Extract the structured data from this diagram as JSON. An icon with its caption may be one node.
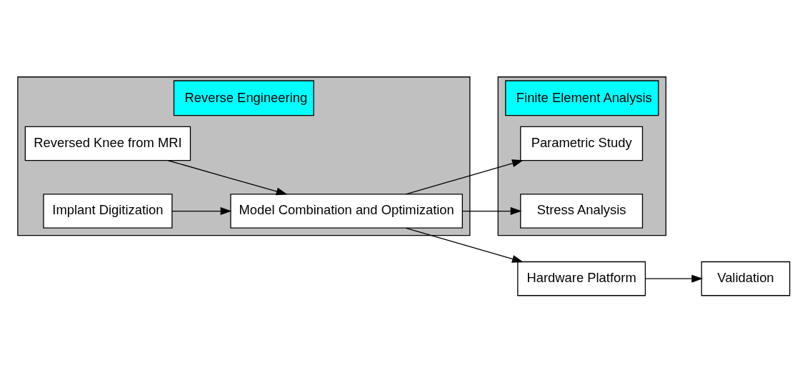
{
  "diagram": {
    "nodes": [
      {
        "text": [
          "Reverse Engineering"
        ]
      },
      {
        "text": [
          "Reversed Knee from MRI"
        ],
        "in": 0
      },
      {
        "text": [
          "Implant Digitization"
        ],
        "in": 0
      },
      {
        "text": [
          "Model Combination and Optimization"
        ],
        "in": 0
      },
      {
        "text": [
          "Finite Element Analysis"
        ]
      },
      {
        "text": [
          "Parametric Study"
        ],
        "in": 4
      },
      {
        "text": [
          "Stress Analysis"
        ],
        "in": 4
      },
      {
        "text": [
          "Hardware Platform"
        ]
      },
      {
        "text": [
          "Validation"
        ]
      }
    ],
    "edges": [
      {
        "from": 1,
        "to": 3,
        "arrow": "to"
      },
      {
        "from": 2,
        "to": 3,
        "arrow": "to"
      },
      {
        "from": 3,
        "to": 5,
        "arrow": "to"
      },
      {
        "from": 3,
        "to": 6,
        "arrow": "to"
      },
      {
        "from": 3,
        "to": 7,
        "arrow": "to"
      },
      {
        "from": 7,
        "to": 8,
        "arrow": "to"
      }
    ]
  }
}
